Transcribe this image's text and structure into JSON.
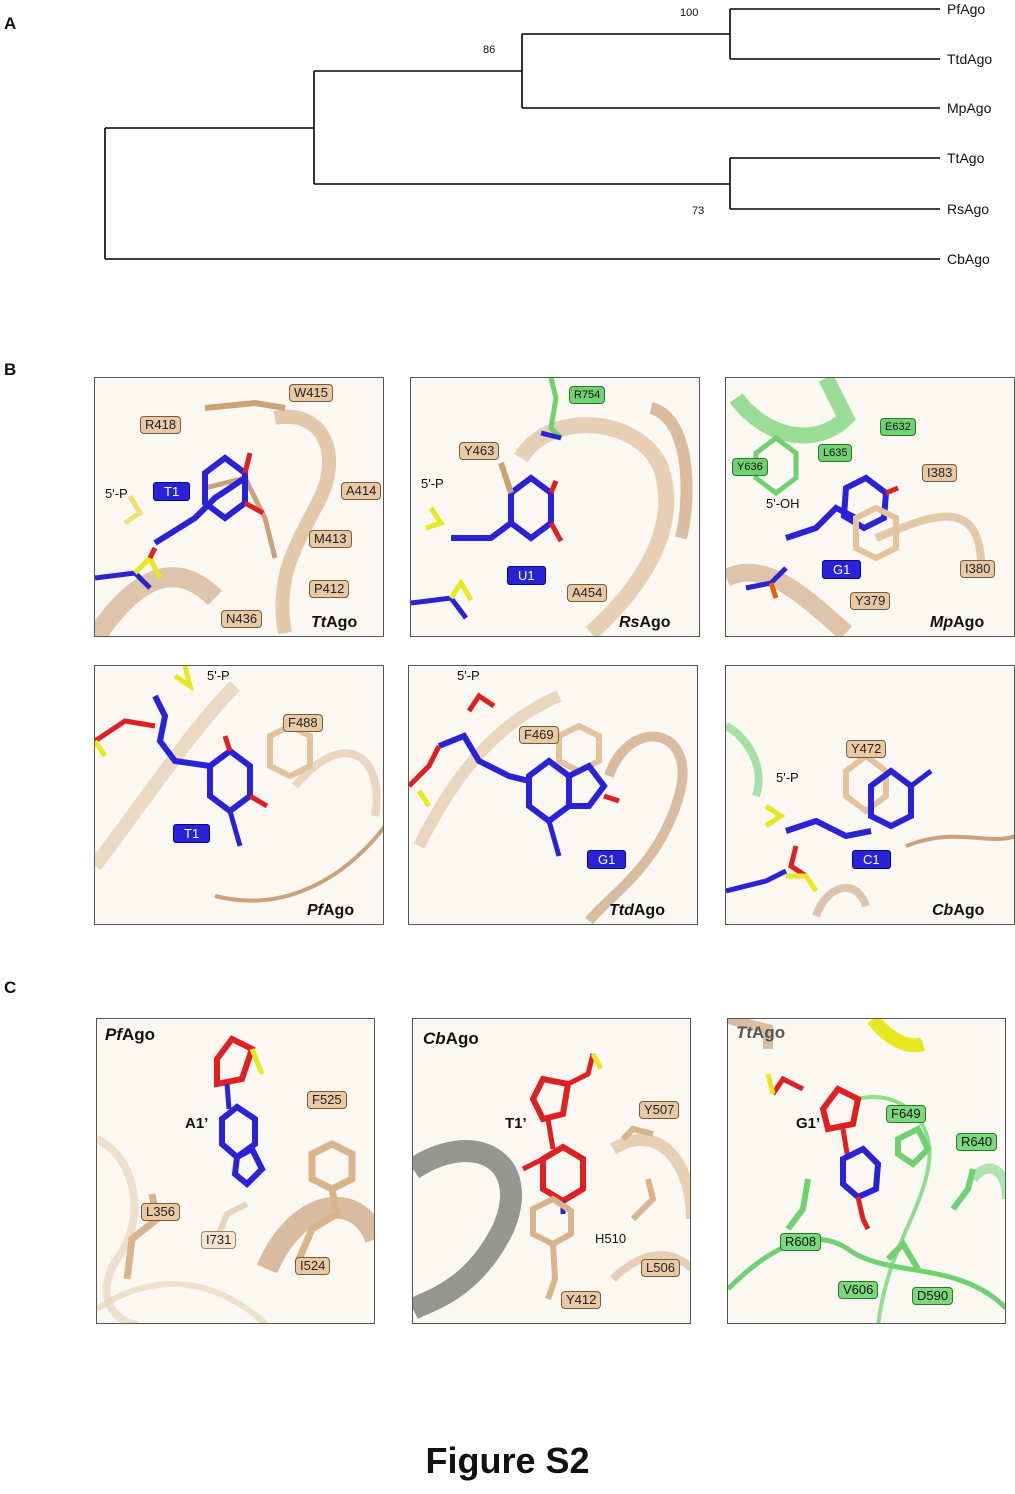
{
  "panel_labels": {
    "a": "A",
    "b": "B",
    "c": "C"
  },
  "tree": {
    "leaves": [
      "PfAgo",
      "TtdAgo",
      "MpAgo",
      "TtAgo",
      "RsAgo",
      "CbAgo"
    ],
    "bootstrap": {
      "pf_ttd": "100",
      "pf_mp": "86",
      "tt_rs": "73"
    }
  },
  "panel_b": [
    {
      "protein_italic": "Tt",
      "protein_rest": "Ago",
      "nucleotide": "T1",
      "end_label": "5'-P",
      "residues": [
        "W415",
        "R418",
        "A414",
        "M413",
        "P412",
        "N436"
      ]
    },
    {
      "protein_italic": "Rs",
      "protein_rest": "Ago",
      "nucleotide": "U1",
      "end_label": "5'-P",
      "residues": [
        "Y463",
        "A454"
      ],
      "green_residues": [
        "R754"
      ]
    },
    {
      "protein_italic": "Mp",
      "protein_rest": "Ago",
      "nucleotide": "G1",
      "end_label": "5'-OH",
      "residues": [
        "I383",
        "I380",
        "Y379"
      ],
      "green_residues": [
        "E632",
        "L635",
        "Y636"
      ]
    },
    {
      "protein_italic": "Pf",
      "protein_rest": "Ago",
      "nucleotide": "T1",
      "end_label": "5'-P",
      "residues": [
        "F488"
      ]
    },
    {
      "protein_italic": "Ttd",
      "protein_rest": "Ago",
      "nucleotide": "G1",
      "end_label": "5'-P",
      "residues": [
        "F469"
      ]
    },
    {
      "protein_italic": "Cb",
      "protein_rest": "Ago",
      "nucleotide": "C1",
      "end_label": "5'-P",
      "residues": [
        "Y472"
      ]
    }
  ],
  "panel_c": [
    {
      "protein_italic": "Pf",
      "protein_rest": "Ago",
      "base": "A1’",
      "residues": [
        "F525",
        "L356",
        "I524"
      ],
      "light_residues": [
        "I731"
      ]
    },
    {
      "protein_italic": "Cb",
      "protein_rest": "Ago",
      "base": "T1’",
      "residues": [
        "Y507",
        "H510",
        "L506",
        "Y412"
      ]
    },
    {
      "protein_italic": "Tt",
      "protein_rest": "Ago",
      "base": "G1’",
      "green_residues": [
        "F649",
        "R640",
        "R608",
        "V606",
        "D590"
      ]
    }
  ],
  "figure_title": "Figure S2",
  "colors": {
    "tan": "#e9c9a4",
    "nucleotide_blue": "#2a22d6",
    "green": "#6fd16f",
    "red": "#e02020",
    "yellow": "#e8e820"
  }
}
